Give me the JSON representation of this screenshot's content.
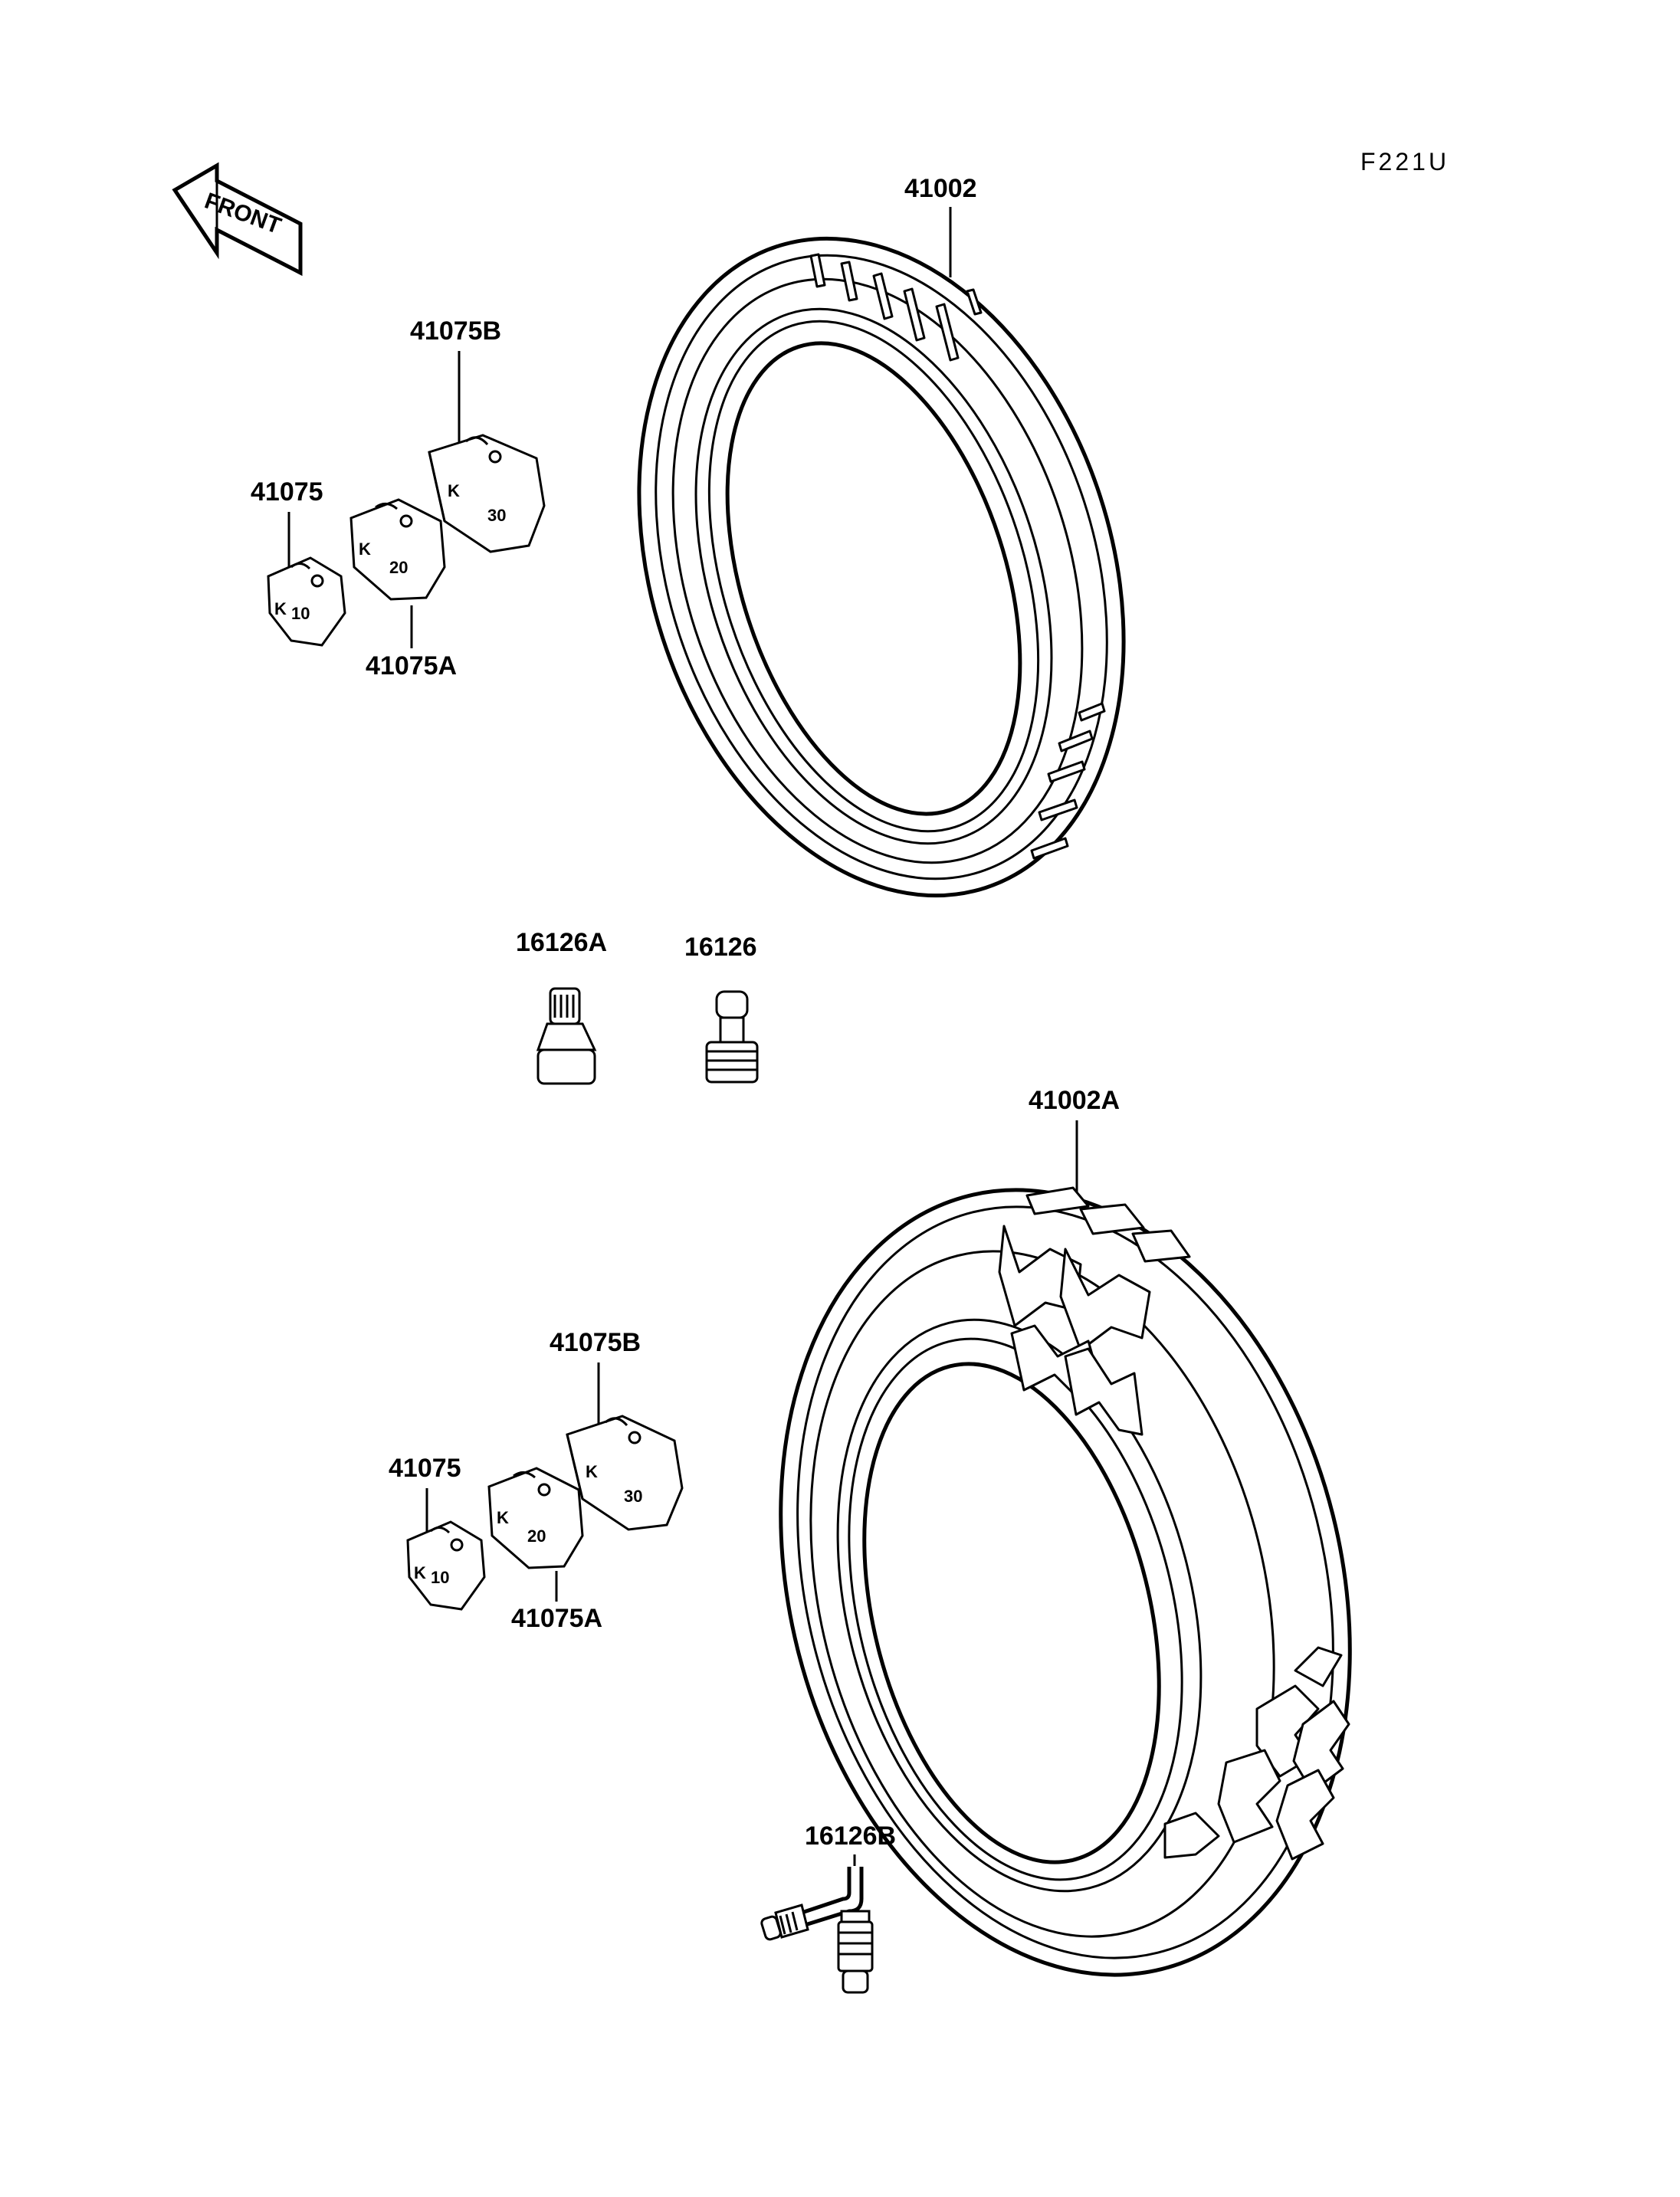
{
  "diagram": {
    "figure_code": "F221U",
    "direction_label": "FRONT",
    "parts": {
      "front_tire": "41002",
      "rear_tire": "41002A",
      "valve_a": "16126A",
      "valve": "16126",
      "valve_b": "16126B",
      "weight_1": "41075",
      "weight_a": "41075A",
      "weight_b": "41075B"
    },
    "weight_markings": {
      "w10": "10",
      "w20": "20",
      "w30": "30",
      "brand": "K"
    }
  }
}
